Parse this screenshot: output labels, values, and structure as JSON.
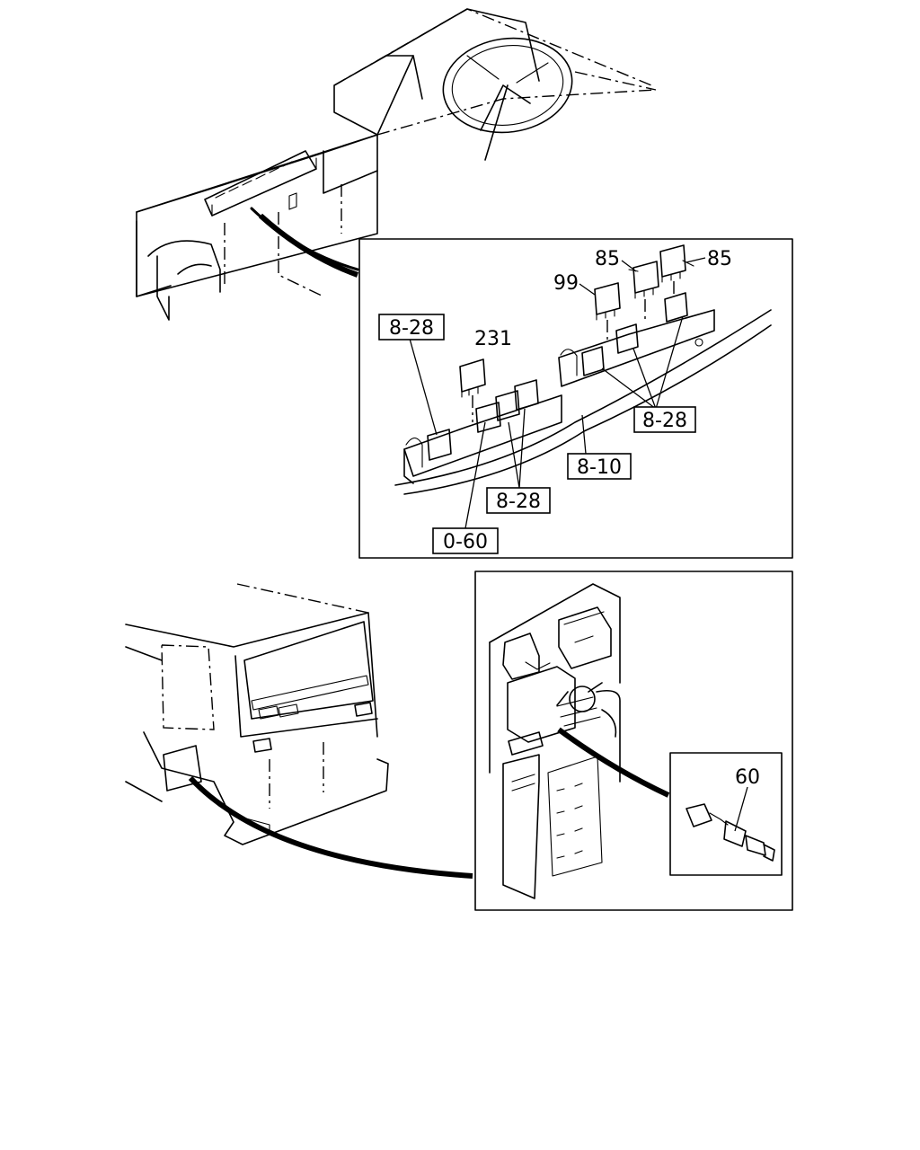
{
  "labels": {
    "ref_8_28_a": "8-28",
    "ref_8_28_b": "8-28",
    "ref_8_28_c": "8-28",
    "ref_8_10": "8-10",
    "ref_0_60": "0-60",
    "part_231": "231",
    "part_99": "99",
    "part_85_a": "85",
    "part_85_b": "85",
    "part_60": "60"
  }
}
